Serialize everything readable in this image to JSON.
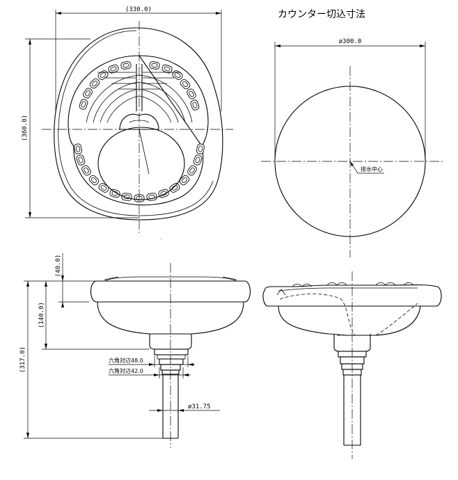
{
  "title": "カウンター切込寸法",
  "dims": {
    "top_width": "(330.0)",
    "top_height": "(360.0)",
    "cutout_diameter": "ø300.0",
    "drain_center": "排水中心",
    "rim_height": "(40.0)",
    "bowl_height": "(140.0)",
    "total_height": "(317.0)",
    "hex1": "六角対辺48.0",
    "hex2": "六角対辺42.0",
    "pipe_diameter": "ø31.75"
  }
}
